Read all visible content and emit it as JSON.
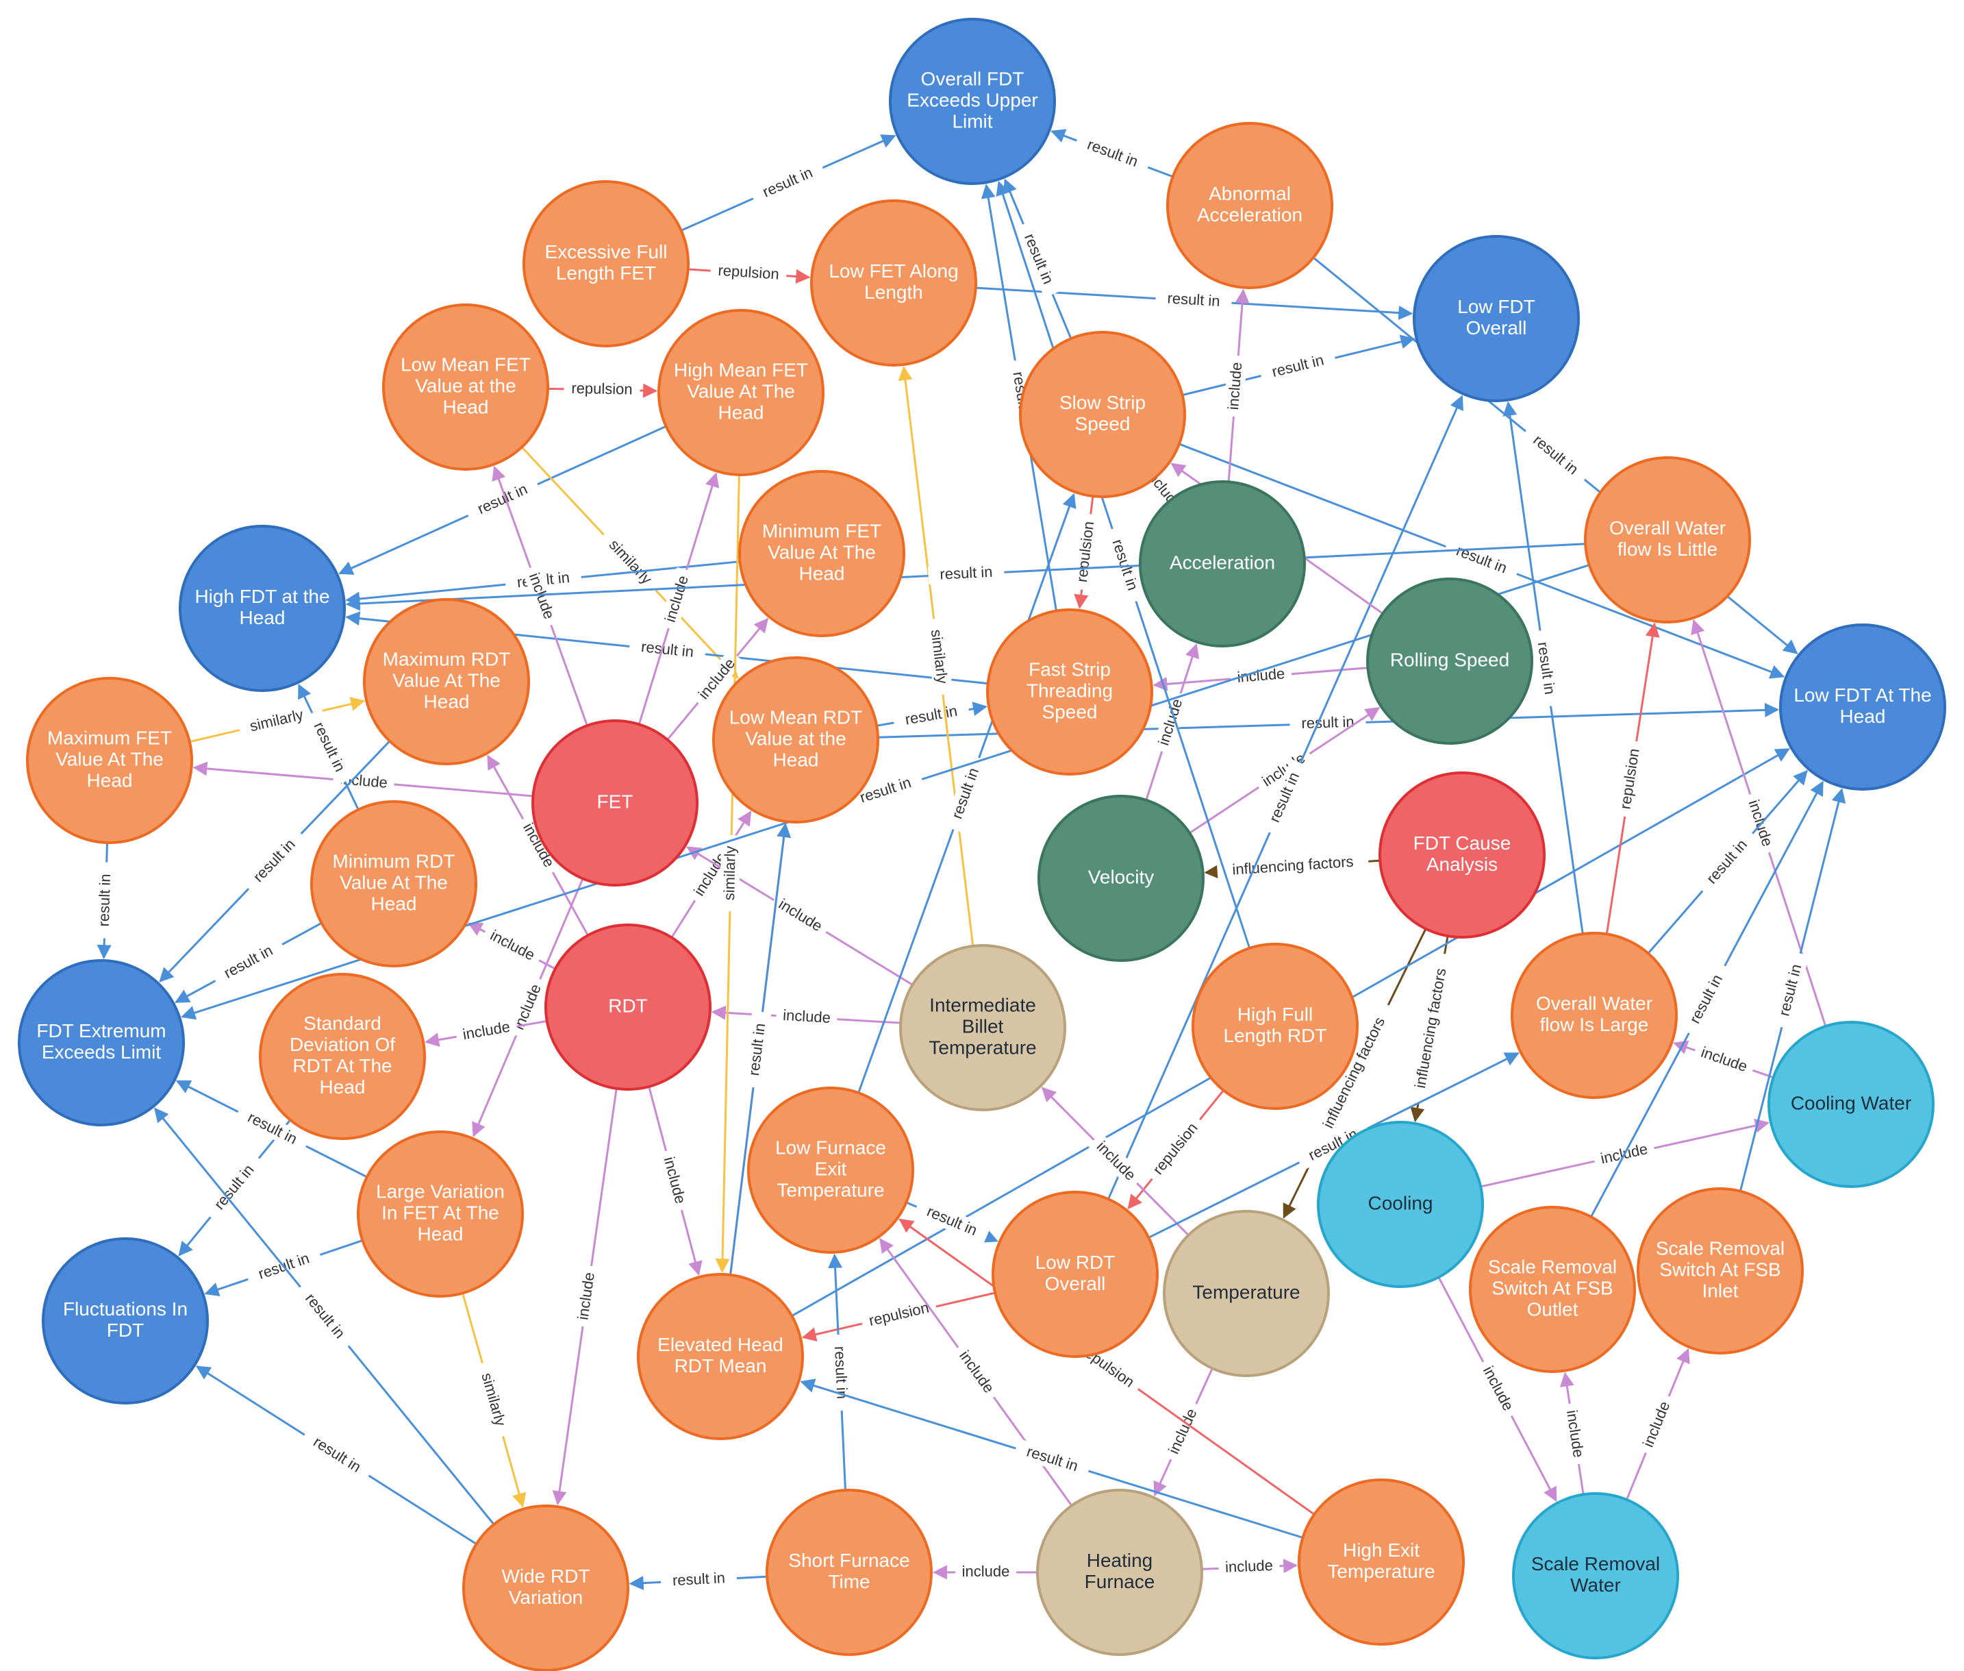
{
  "colors": {
    "blue": "#4a8ad9",
    "blue_stroke": "#2f6dbd",
    "orange": "#f4965f",
    "orange_stroke": "#ec6a22",
    "red": "#ef6466",
    "red_stroke": "#dd2f34",
    "green": "#558f7a",
    "green_stroke": "#3a7560",
    "cyan": "#54c3e2",
    "cyan_stroke": "#26a6cc",
    "tan": "#d7c4a5",
    "tan_stroke": "#b8a17b",
    "edge_result_in": "#4a90d9",
    "edge_include": "#c98ad3",
    "edge_repulsion": "#ef6466",
    "edge_similarly": "#f6c244",
    "edge_influencing": "#6b4c1a"
  },
  "nodes": [
    {
      "id": "n1",
      "lines": [
        "Overall FDT",
        "Exceeds Upper",
        "Limit"
      ],
      "type": "blue"
    },
    {
      "id": "n2",
      "lines": [
        "Abnormal",
        "Acceleration"
      ],
      "type": "orange"
    },
    {
      "id": "n3",
      "lines": [
        "Excessive Full",
        "Length FET"
      ],
      "type": "orange"
    },
    {
      "id": "n4",
      "lines": [
        "Low FET Along",
        "Length"
      ],
      "type": "orange"
    },
    {
      "id": "n5",
      "lines": [
        "Low FDT",
        "Overall"
      ],
      "type": "blue"
    },
    {
      "id": "n6",
      "lines": [
        "Low Mean FET",
        "Value at the",
        "Head"
      ],
      "type": "orange"
    },
    {
      "id": "n7",
      "lines": [
        "High Mean FET",
        "Value At The",
        "Head"
      ],
      "type": "orange"
    },
    {
      "id": "n8",
      "lines": [
        "Slow Strip",
        "Speed"
      ],
      "type": "orange"
    },
    {
      "id": "n9",
      "lines": [
        "Overall Water",
        "flow Is Little"
      ],
      "type": "orange"
    },
    {
      "id": "n10",
      "lines": [
        "Minimum FET",
        "Value At The",
        "Head"
      ],
      "type": "orange"
    },
    {
      "id": "n11",
      "lines": [
        "High FDT at the",
        "Head"
      ],
      "type": "blue"
    },
    {
      "id": "n12",
      "lines": [
        "Acceleration"
      ],
      "type": "green"
    },
    {
      "id": "n13",
      "lines": [
        "Maximum RDT",
        "Value At The",
        "Head"
      ],
      "type": "orange"
    },
    {
      "id": "n14",
      "lines": [
        "Fast Strip",
        "Threading",
        "Speed"
      ],
      "type": "orange"
    },
    {
      "id": "n15",
      "lines": [
        "Rolling Speed"
      ],
      "type": "green"
    },
    {
      "id": "n16",
      "lines": [
        "Low FDT At The",
        "Head"
      ],
      "type": "blue"
    },
    {
      "id": "n17",
      "lines": [
        "Maximum FET",
        "Value At The",
        "Head"
      ],
      "type": "orange"
    },
    {
      "id": "n18",
      "lines": [
        "Low Mean RDT",
        "Value at the",
        "Head"
      ],
      "type": "orange"
    },
    {
      "id": "n19",
      "lines": [
        "FET"
      ],
      "type": "red"
    },
    {
      "id": "n20",
      "lines": [
        "Velocity"
      ],
      "type": "green"
    },
    {
      "id": "n21",
      "lines": [
        "FDT Cause",
        "Analysis"
      ],
      "type": "red"
    },
    {
      "id": "n22",
      "lines": [
        "Minimum RDT",
        "Value At The",
        "Head"
      ],
      "type": "orange"
    },
    {
      "id": "n23",
      "lines": [
        "FDT Extremum",
        "Exceeds Limit"
      ],
      "type": "blue"
    },
    {
      "id": "n24",
      "lines": [
        "RDT"
      ],
      "type": "red"
    },
    {
      "id": "n25",
      "lines": [
        "Intermediate",
        "Billet",
        "Temperature"
      ],
      "type": "tan"
    },
    {
      "id": "n26",
      "lines": [
        "High Full",
        "Length RDT"
      ],
      "type": "orange"
    },
    {
      "id": "n27",
      "lines": [
        "Overall Water",
        "flow Is Large"
      ],
      "type": "orange"
    },
    {
      "id": "n28",
      "lines": [
        "Standard",
        "Deviation Of",
        "RDT At The",
        "Head"
      ],
      "type": "orange"
    },
    {
      "id": "n29",
      "lines": [
        "Cooling Water"
      ],
      "type": "cyan"
    },
    {
      "id": "n30",
      "lines": [
        "Low Furnace",
        "Exit",
        "Temperature"
      ],
      "type": "orange"
    },
    {
      "id": "n31",
      "lines": [
        "Large Variation",
        "In FET At The",
        "Head"
      ],
      "type": "orange"
    },
    {
      "id": "n32",
      "lines": [
        "Cooling"
      ],
      "type": "cyan"
    },
    {
      "id": "n33",
      "lines": [
        "Low RDT",
        "Overall"
      ],
      "type": "orange"
    },
    {
      "id": "n34",
      "lines": [
        "Temperature"
      ],
      "type": "tan"
    },
    {
      "id": "n35",
      "lines": [
        "Scale Removal",
        "Switch At FSB",
        "Outlet"
      ],
      "type": "orange"
    },
    {
      "id": "n36",
      "lines": [
        "Scale Removal",
        "Switch At FSB",
        "Inlet"
      ],
      "type": "orange"
    },
    {
      "id": "n37",
      "lines": [
        "Fluctuations In",
        "FDT"
      ],
      "type": "blue"
    },
    {
      "id": "n38",
      "lines": [
        "Elevated Head",
        "RDT Mean"
      ],
      "type": "orange"
    },
    {
      "id": "n39",
      "lines": [
        "Short Furnace",
        "Time"
      ],
      "type": "orange"
    },
    {
      "id": "n40",
      "lines": [
        "Heating",
        "Furnace"
      ],
      "type": "tan"
    },
    {
      "id": "n41",
      "lines": [
        "High Exit",
        "Temperature"
      ],
      "type": "orange"
    },
    {
      "id": "n42",
      "lines": [
        "Wide RDT",
        "Variation"
      ],
      "type": "orange"
    },
    {
      "id": "n43",
      "lines": [
        "Scale Removal",
        "Water"
      ],
      "type": "cyan"
    }
  ],
  "edges": [
    {
      "from": "n3",
      "to": "n1",
      "kind": "result_in",
      "label": "result in"
    },
    {
      "from": "n3",
      "to": "n4",
      "kind": "repulsion",
      "label": "repulsion"
    },
    {
      "from": "n2",
      "to": "n1",
      "kind": "result_in",
      "label": "result in"
    },
    {
      "from": "n4",
      "to": "n5",
      "kind": "result_in",
      "label": "result in"
    },
    {
      "from": "n2",
      "to": "n16",
      "kind": "result_in",
      "label": "result in"
    },
    {
      "from": "n6",
      "to": "n7",
      "kind": "repulsion",
      "label": "repulsion"
    },
    {
      "from": "n7",
      "to": "n11",
      "kind": "result_in",
      "label": "result in"
    },
    {
      "from": "n6",
      "to": "n18",
      "kind": "similarly",
      "label": "similarly"
    },
    {
      "from": "n8",
      "to": "n5",
      "kind": "result_in",
      "label": "result in"
    },
    {
      "from": "n8",
      "to": "n1",
      "kind": "result_in",
      "label": "result in"
    },
    {
      "from": "n8",
      "to": "n16",
      "kind": "result_in",
      "label": "result in"
    },
    {
      "from": "n8",
      "to": "n14",
      "kind": "repulsion",
      "label": "repulsion"
    },
    {
      "from": "n12",
      "to": "n2",
      "kind": "include",
      "label": "include"
    },
    {
      "from": "n10",
      "to": "n11",
      "kind": "result_in",
      "label": "result in"
    },
    {
      "from": "n14",
      "to": "n11",
      "kind": "result_in",
      "label": "result in"
    },
    {
      "from": "n14",
      "to": "n1",
      "kind": "result_in",
      "label": "result in"
    },
    {
      "from": "n18",
      "to": "n14",
      "kind": "result_in",
      "label": "result in"
    },
    {
      "from": "n18",
      "to": "n16",
      "kind": "result_in",
      "label": "result in"
    },
    {
      "from": "n15",
      "to": "n14",
      "kind": "include",
      "label": "include"
    },
    {
      "from": "n20",
      "to": "n15",
      "kind": "include",
      "label": "include"
    },
    {
      "from": "n20",
      "to": "n12",
      "kind": "include",
      "label": "include"
    },
    {
      "from": "n21",
      "to": "n20",
      "kind": "influencing",
      "label": "influencing factors"
    },
    {
      "from": "n21",
      "to": "n32",
      "kind": "influencing",
      "label": "influencing factors"
    },
    {
      "from": "n21",
      "to": "n34",
      "kind": "influencing",
      "label": "influencing factors"
    },
    {
      "from": "n17",
      "to": "n13",
      "kind": "similarly",
      "label": "similarly"
    },
    {
      "from": "n19",
      "to": "n17",
      "kind": "include",
      "label": "include"
    },
    {
      "from": "n19",
      "to": "n10",
      "kind": "include",
      "label": "include"
    },
    {
      "from": "n19",
      "to": "n7",
      "kind": "include",
      "label": "include"
    },
    {
      "from": "n19",
      "to": "n6",
      "kind": "include",
      "label": "include"
    },
    {
      "from": "n19",
      "to": "n31",
      "kind": "include",
      "label": "include"
    },
    {
      "from": "n17",
      "to": "n23",
      "kind": "result_in",
      "label": "result in"
    },
    {
      "from": "n13",
      "to": "n23",
      "kind": "result_in",
      "label": "result in"
    },
    {
      "from": "n22",
      "to": "n23",
      "kind": "result_in",
      "label": "result in"
    },
    {
      "from": "n22",
      "to": "n11",
      "kind": "result_in",
      "label": "result in"
    },
    {
      "from": "n24",
      "to": "n22",
      "kind": "include",
      "label": "include"
    },
    {
      "from": "n24",
      "to": "n28",
      "kind": "include",
      "label": "include"
    },
    {
      "from": "n24",
      "to": "n13",
      "kind": "include",
      "label": "include"
    },
    {
      "from": "n24",
      "to": "n18",
      "kind": "include",
      "label": "include"
    },
    {
      "from": "n24",
      "to": "n38",
      "kind": "include",
      "label": "include"
    },
    {
      "from": "n24",
      "to": "n42",
      "kind": "include",
      "label": "include"
    },
    {
      "from": "n25",
      "to": "n24",
      "kind": "include",
      "label": "include"
    },
    {
      "from": "n25",
      "to": "n19",
      "kind": "include",
      "label": "include"
    },
    {
      "from": "n25",
      "to": "n4",
      "kind": "similarly",
      "label": "similarly"
    },
    {
      "from": "n7",
      "to": "n38",
      "kind": "similarly",
      "label": "similarly"
    },
    {
      "from": "n38",
      "to": "n18",
      "kind": "repulsion",
      "label": "repulsion"
    },
    {
      "from": "n38",
      "to": "n18",
      "kind": "result_in",
      "label": "result in"
    },
    {
      "from": "n38",
      "to": "n16",
      "kind": "result_in",
      "label": "result in"
    },
    {
      "from": "n30",
      "to": "n33",
      "kind": "result_in",
      "label": "result in"
    },
    {
      "from": "n30",
      "to": "n8",
      "kind": "result_in",
      "label": "result in"
    },
    {
      "from": "n33",
      "to": "n38",
      "kind": "repulsion",
      "label": "repulsion"
    },
    {
      "from": "n33",
      "to": "n5",
      "kind": "result_in",
      "label": "result in"
    },
    {
      "from": "n26",
      "to": "n33",
      "kind": "repulsion",
      "label": "repulsion"
    },
    {
      "from": "n26",
      "to": "n1",
      "kind": "result_in",
      "label": "result in"
    },
    {
      "from": "n34",
      "to": "n25",
      "kind": "include",
      "label": "include"
    },
    {
      "from": "n34",
      "to": "n40",
      "kind": "include",
      "label": "include"
    },
    {
      "from": "n31",
      "to": "n37",
      "kind": "result_in",
      "label": "result in"
    },
    {
      "from": "n31",
      "to": "n42",
      "kind": "similarly",
      "label": "similarly"
    },
    {
      "from": "n28",
      "to": "n37",
      "kind": "result_in",
      "label": "result in"
    },
    {
      "from": "n31",
      "to": "n23",
      "kind": "result_in",
      "label": "result in"
    },
    {
      "from": "n42",
      "to": "n37",
      "kind": "result_in",
      "label": "result in"
    },
    {
      "from": "n42",
      "to": "n23",
      "kind": "result_in",
      "label": "result in"
    },
    {
      "from": "n39",
      "to": "n42",
      "kind": "result_in",
      "label": "result in"
    },
    {
      "from": "n39",
      "to": "n30",
      "kind": "result_in",
      "label": "result in"
    },
    {
      "from": "n40",
      "to": "n39",
      "kind": "include",
      "label": "include"
    },
    {
      "from": "n40",
      "to": "n41",
      "kind": "include",
      "label": "include"
    },
    {
      "from": "n40",
      "to": "n30",
      "kind": "include",
      "label": "include"
    },
    {
      "from": "n41",
      "to": "n30",
      "kind": "repulsion",
      "label": "repulsion"
    },
    {
      "from": "n41",
      "to": "n38",
      "kind": "result_in",
      "label": "result in"
    },
    {
      "from": "n32",
      "to": "n29",
      "kind": "include",
      "label": "include"
    },
    {
      "from": "n32",
      "to": "n43",
      "kind": "include",
      "label": "include"
    },
    {
      "from": "n29",
      "to": "n27",
      "kind": "include",
      "label": "include"
    },
    {
      "from": "n29",
      "to": "n9",
      "kind": "include",
      "label": "include"
    },
    {
      "from": "n43",
      "to": "n35",
      "kind": "include",
      "label": "include"
    },
    {
      "from": "n43",
      "to": "n36",
      "kind": "include",
      "label": "include"
    },
    {
      "from": "n35",
      "to": "n16",
      "kind": "result_in",
      "label": "result in"
    },
    {
      "from": "n36",
      "to": "n16",
      "kind": "result_in",
      "label": "result in"
    },
    {
      "from": "n27",
      "to": "n16",
      "kind": "result_in",
      "label": "result in"
    },
    {
      "from": "n27",
      "to": "n5",
      "kind": "result_in",
      "label": "result in"
    },
    {
      "from": "n27",
      "to": "n9",
      "kind": "repulsion",
      "label": "repulsion"
    },
    {
      "from": "n9",
      "to": "n11",
      "kind": "result_in",
      "label": "result in"
    },
    {
      "from": "n9",
      "to": "n23",
      "kind": "result_in",
      "label": "result in"
    },
    {
      "from": "n33",
      "to": "n27",
      "kind": "result_in",
      "label": "result in"
    },
    {
      "from": "n12",
      "to": "n8",
      "kind": "include",
      "label": "include"
    },
    {
      "from": "n15",
      "to": "n8",
      "kind": "include",
      "label": "include"
    }
  ]
}
